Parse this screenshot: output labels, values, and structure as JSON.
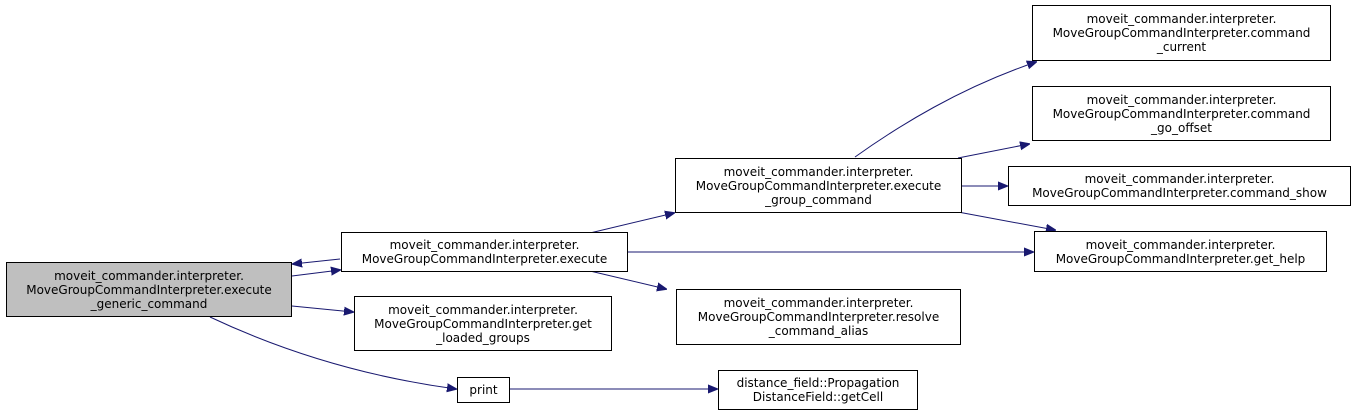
{
  "colors": {
    "edge": "#191970",
    "focus_fill": "#bfbfbf",
    "node_fill": "#ffffff",
    "border": "#000000"
  },
  "nodes": {
    "execute_generic_command": {
      "label": "moveit_commander.interpreter.\nMoveGroupCommandInterpreter.execute\n_generic_command"
    },
    "execute": {
      "label": "moveit_commander.interpreter.\nMoveGroupCommandInterpreter.execute"
    },
    "get_loaded_groups": {
      "label": "moveit_commander.interpreter.\nMoveGroupCommandInterpreter.get\n_loaded_groups"
    },
    "print": {
      "label": "print"
    },
    "execute_group_command": {
      "label": "moveit_commander.interpreter.\nMoveGroupCommandInterpreter.execute\n_group_command"
    },
    "resolve_command_alias": {
      "label": "moveit_commander.interpreter.\nMoveGroupCommandInterpreter.resolve\n_command_alias"
    },
    "get_help": {
      "label": "moveit_commander.interpreter.\nMoveGroupCommandInterpreter.get_help"
    },
    "get_cell": {
      "label": "distance_field::Propagation\nDistanceField::getCell"
    },
    "command_current": {
      "label": "moveit_commander.interpreter.\nMoveGroupCommandInterpreter.command\n_current"
    },
    "command_go_offset": {
      "label": "moveit_commander.interpreter.\nMoveGroupCommandInterpreter.command\n_go_offset"
    },
    "command_show": {
      "label": "moveit_commander.interpreter.\nMoveGroupCommandInterpreter.command_show"
    }
  }
}
